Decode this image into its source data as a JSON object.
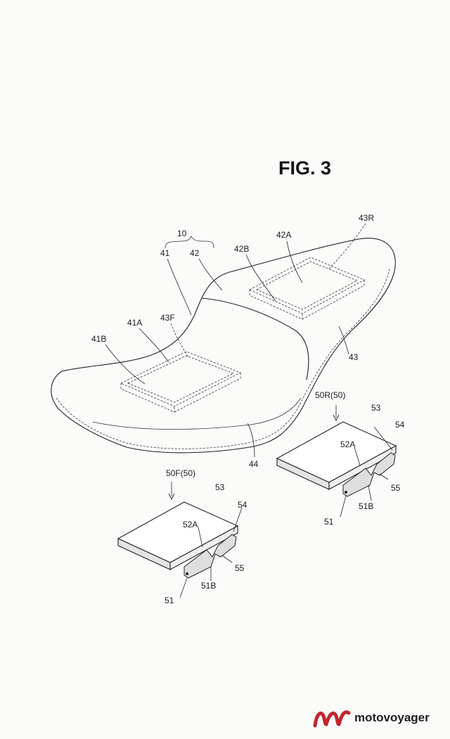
{
  "figure": {
    "title": "FIG. 3",
    "labels": {
      "l10": "10",
      "l41": "41",
      "l42": "42",
      "l42A": "42A",
      "l42B": "42B",
      "l43R": "43R",
      "l41A": "41A",
      "l43F": "43F",
      "l41B": "41B",
      "l43": "43",
      "l44": "44",
      "l50R": "50R(50)",
      "l53R": "53",
      "l54R": "54",
      "l52AR": "52A",
      "l55R": "55",
      "l51BR": "51B",
      "l51R": "51",
      "l50F": "50F(50)",
      "l53F": "53",
      "l54F": "54",
      "l52AF": "52A",
      "l55F": "55",
      "l51BF": "51B",
      "l51F": "51"
    }
  },
  "watermark": {
    "text": "motovoyager",
    "logo_color": "#c0282d"
  }
}
